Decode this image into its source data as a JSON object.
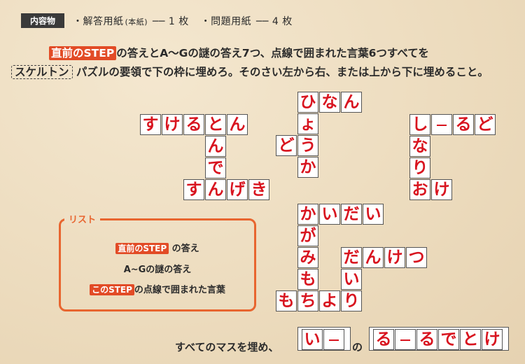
{
  "header": {
    "tag": "内容物",
    "item1": "・解答用紙",
    "item1_note": "(本紙)",
    "item1_count": "── 1 枚",
    "item2": "・問題用紙",
    "item2_count": "── 4 枚"
  },
  "instructions": {
    "line1_tag": "直前のSTEP",
    "line1_text": "の答えとA～Gの謎の答え7つ、点線で囲まれた言葉6つすべてを",
    "line2_tag": "スケルトン",
    "line2_text": "パズルの要領で下の枠に埋めろ。そのさい左から右、または上から下に埋めること。"
  },
  "list": {
    "title": "リスト",
    "row1_tag": "直前のSTEP",
    "row1_text": "の答え",
    "row2_text": "A~Gの謎の答え",
    "row3_tag": "このSTEP",
    "row3_text": "の点線で囲まれた言葉"
  },
  "footer": {
    "text": "すべてのマスを埋め、",
    "connector": "の"
  },
  "grid": {
    "row_suketon": [
      "す",
      "け",
      "る",
      "と",
      "ん"
    ],
    "col_ndeg": [
      "ん",
      "で"
    ],
    "row_sungeki": [
      "す",
      "ん",
      "げ",
      "き"
    ],
    "row_hinan": [
      "ひ",
      "な",
      "ん"
    ],
    "col_you": [
      "ょ",
      "う",
      "か"
    ],
    "do": "ど",
    "row_shiirudo": [
      "し",
      "ー",
      "る",
      "ど"
    ],
    "col_nari": [
      "な",
      "り",
      "お"
    ],
    "oke_k": "け",
    "row_kaidai": [
      "か",
      "い",
      "だ",
      "い"
    ],
    "col_gami": [
      "が",
      "み",
      "も"
    ],
    "row_mochi": [
      "も",
      "ち",
      "よ",
      "り"
    ],
    "row_danketsu": [
      "だ",
      "ん",
      "け",
      "つ"
    ],
    "col_i": [
      "い"
    ],
    "answer1": [
      "い",
      "ー"
    ],
    "answer2": [
      "る",
      "ー",
      "る",
      "で",
      "と",
      "け"
    ]
  }
}
